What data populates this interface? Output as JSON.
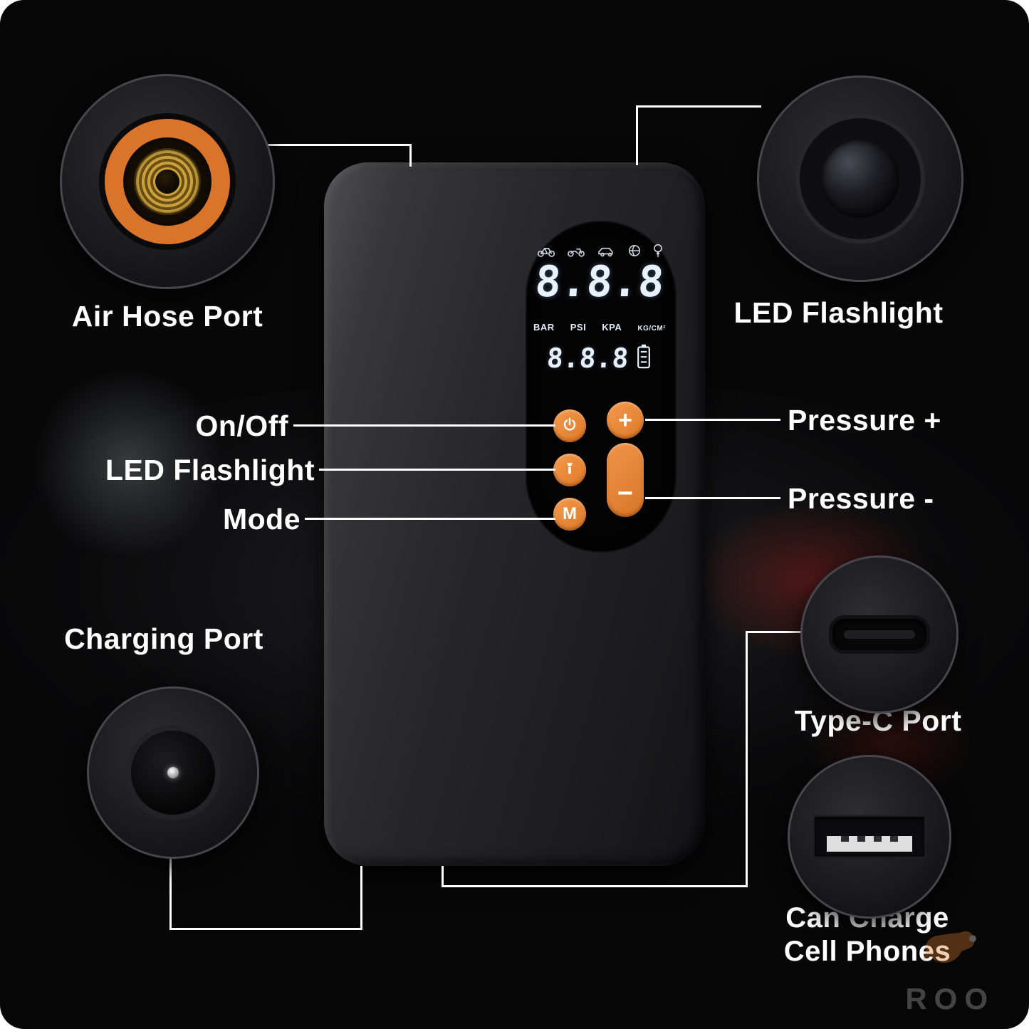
{
  "display": {
    "main_reading": "8.8.8",
    "sub_reading": "8.8.8",
    "units": [
      "BAR",
      "PSI",
      "KPA",
      "KG/CM²"
    ],
    "mode_icons": [
      "bicycle-icon",
      "motorcycle-icon",
      "car-icon",
      "ball-icon",
      "balloon-icon"
    ]
  },
  "buttons": {
    "power": {
      "icon": "power-icon"
    },
    "flashlight": {
      "icon": "flashlight-icon"
    },
    "mode": {
      "label": "M"
    },
    "plus": {
      "label": "+"
    },
    "minus": {
      "label": "−"
    }
  },
  "callouts": {
    "air_hose_port": "Air Hose Port",
    "led_flashlight_top": "LED Flashlight",
    "on_off": "On/Off",
    "led_flashlight_left": "LED Flashlight",
    "mode": "Mode",
    "pressure_plus": "Pressure +",
    "pressure_minus": "Pressure -",
    "charging_port": "Charging Port",
    "type_c_port": "Type-C Port",
    "usb_charge_line1": "Can Charge",
    "usb_charge_line2": "Cell Phones"
  },
  "colors": {
    "accent_orange": "#E98A3C",
    "air_port_ring": "#D9742A",
    "lcd_text": "#E9F2FC",
    "connector_line": "#FFFFFF"
  },
  "watermark": {
    "text": "ROO"
  }
}
